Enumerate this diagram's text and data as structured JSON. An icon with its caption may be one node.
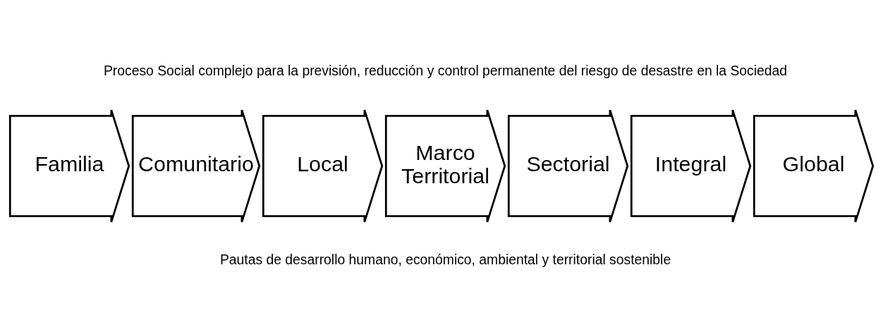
{
  "diagram": {
    "nodes": [
      {
        "text": [
          "Familia"
        ]
      },
      {
        "text": [
          "Comunitario"
        ]
      },
      {
        "text": [
          "Local"
        ]
      },
      {
        "text": [
          "Marco Territorial"
        ]
      },
      {
        "text": [
          "Sectorial"
        ]
      },
      {
        "text": [
          "Integral"
        ]
      },
      {
        "text": [
          "Global"
        ]
      }
    ],
    "labels": [
      "Proceso Social complejo para la previsión, reducción y control permanente del riesgo de desastre en la Sociedad",
      "Pautas de desarrollo humano, económico, ambiental y territorial sostenible"
    ]
  }
}
